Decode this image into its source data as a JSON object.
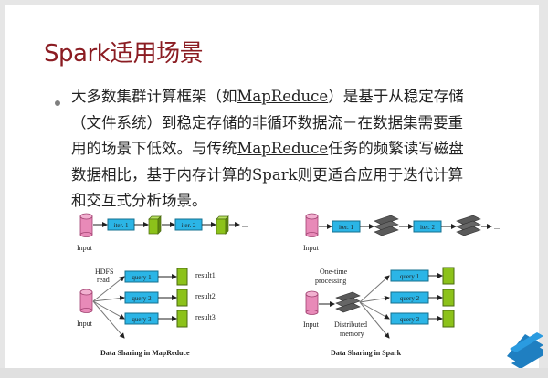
{
  "slide": {
    "title": "Spark适用场景",
    "bullet": {
      "part1": "大多数集群计算框架（如",
      "mapreduce1": "MapReduce",
      "part2": "）是基于从稳定存储（文件系统）到稳定存储的非循环数据流－在数据集需要重用的场景下低效。与传统",
      "mapreduce2": "MapReduce",
      "part3": "任务的频繁读写磁盘数据相比，基于内存计算的Spark则更适合应用于迭代计算和交互式分析场景。"
    }
  },
  "mapreduce_diagram": {
    "iter1": "iter. 1",
    "iter2": "iter. 2",
    "input_top": "Input",
    "ellipsis_top": "...",
    "hdfs_read_1": "HDFS",
    "hdfs_read_2": "read",
    "queries": [
      "query 1",
      "query 2",
      "query 3"
    ],
    "results": [
      "result1",
      "result2",
      "result3"
    ],
    "input_bottom": "Input",
    "ellipsis_bottom": "...",
    "caption": "Data Sharing in MapReduce"
  },
  "spark_diagram": {
    "iter1": "iter. 1",
    "iter2": "iter. 2",
    "input_top": "Input",
    "ellipsis_top": "...",
    "one_time_1": "One-time",
    "one_time_2": "processing",
    "queries": [
      "query 1",
      "query 2",
      "query 3"
    ],
    "input_bottom": "Input",
    "distributed_1": "Distributed",
    "distributed_2": "memory",
    "ellipsis_bottom": "...",
    "caption": "Data Sharing in Spark"
  },
  "colors": {
    "title": "#8b1c22",
    "box": "#2bb5e6",
    "disk": "#e88ab8",
    "result": "#8cc21a",
    "memory": "#5a5a5a",
    "logo": "#1f7fc1"
  }
}
